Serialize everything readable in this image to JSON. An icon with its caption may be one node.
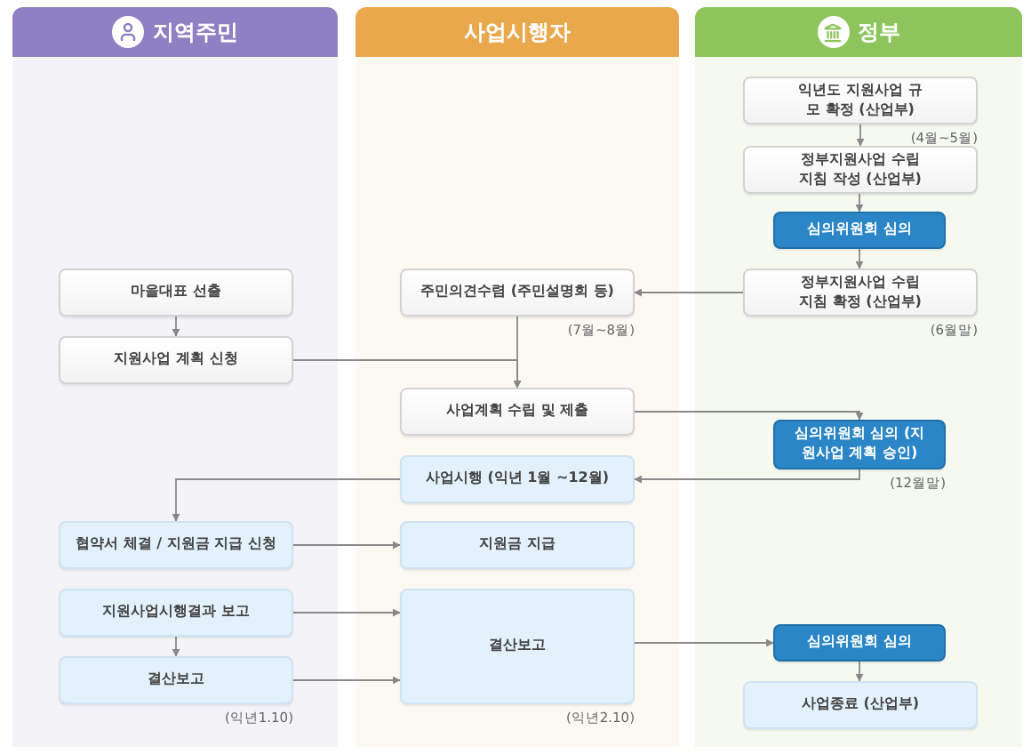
{
  "diagram": {
    "nodes": [
      {
        "text": [
          "지역주민"
        ]
      },
      {
        "text": [
          "사업시행자"
        ]
      },
      {
        "text": [
          "정부"
        ]
      },
      {
        "text": [
          "익년도 지원사업 규모 확정 (산업부)"
        ],
        "in": 2,
        "beside": [
          "(4월~5월)"
        ]
      },
      {
        "text": [
          "정부지원사업 수립지침 작성 (산업부)"
        ],
        "in": 2
      },
      {
        "text": [
          "심의위원회 심의"
        ],
        "in": 2
      },
      {
        "text": [
          "정부지원사업 수립지침 확정 (산업부)"
        ],
        "in": 2,
        "beside": [
          "(6월말)"
        ]
      },
      {
        "text": [
          "심의위원회 심의 (지원사업 계획 승인)"
        ],
        "in": 2,
        "beside": [
          "(12월말)"
        ]
      },
      {
        "text": [
          "심의위원회 심의"
        ],
        "in": 2
      },
      {
        "text": [
          "사업종료 (산업부)"
        ],
        "in": 2
      },
      {
        "text": [
          "마을대표 선출"
        ],
        "in": 0
      },
      {
        "text": [
          "지원사업 계획 신청"
        ],
        "in": 0
      },
      {
        "text": [
          "협약서 체결 / 지원금 지급 신청"
        ],
        "in": 0
      },
      {
        "text": [
          "지원사업시행결과 보고"
        ],
        "in": 0
      },
      {
        "text": [
          "결산보고"
        ],
        "in": 0,
        "beside": [
          "(익년1.10)"
        ]
      },
      {
        "text": [
          "주민의견수렴 (주민설명회 등)"
        ],
        "in": 1,
        "beside": [
          "(7월~8월)"
        ]
      },
      {
        "text": [
          "사업계획 수립 및 제출"
        ],
        "in": 1
      },
      {
        "text": [
          "사업시행 (익년 1월 ~12월)"
        ],
        "in": 1
      },
      {
        "text": [
          "지원금 지급"
        ],
        "in": 1
      },
      {
        "text": [
          "결산보고"
        ],
        "in": 1,
        "beside": [
          "(익년2.10)"
        ]
      }
    ],
    "edges": [
      {
        "from": 3,
        "to": 4,
        "arrow": "to"
      },
      {
        "from": 4,
        "to": 5,
        "arrow": "to"
      },
      {
        "from": 5,
        "to": 6,
        "arrow": "to"
      },
      {
        "from": 6,
        "to": 15,
        "arrow": "to"
      },
      {
        "from": 10,
        "to": 11,
        "arrow": "to"
      },
      {
        "from": 11,
        "to": 16,
        "arrow": "to"
      },
      {
        "from": 15,
        "to": 16,
        "arrow": "to"
      },
      {
        "from": 16,
        "to": 7,
        "arrow": "to"
      },
      {
        "from": 7,
        "to": 17,
        "arrow": "to"
      },
      {
        "from": 17,
        "to": 12,
        "arrow": "to"
      },
      {
        "from": 12,
        "to": 18,
        "arrow": "to"
      },
      {
        "from": 13,
        "to": 14,
        "arrow": "to"
      },
      {
        "from": 13,
        "to": 19,
        "arrow": "to"
      },
      {
        "from": 14,
        "to": 19,
        "arrow": "to"
      },
      {
        "from": 19,
        "to": 8,
        "arrow": "to"
      },
      {
        "from": 8,
        "to": 9,
        "arrow": "to"
      }
    ]
  }
}
